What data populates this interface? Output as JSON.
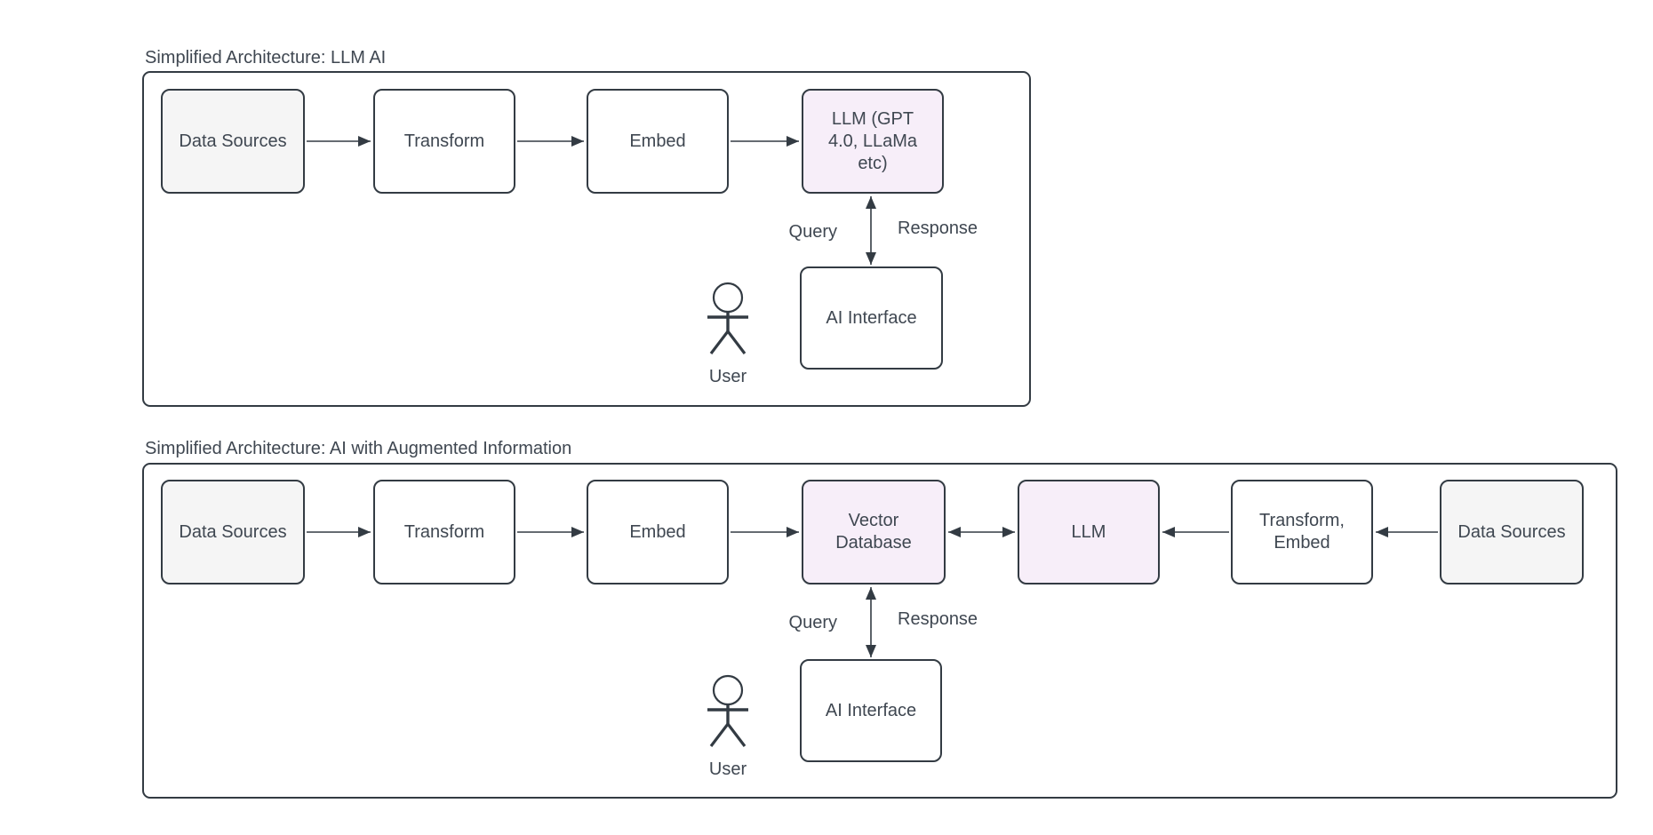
{
  "colors": {
    "stroke": "#333b43",
    "text": "#3f4751",
    "gray_fill": "#f5f5f5",
    "pink_fill": "#f7eef9",
    "white_fill": "#ffffff",
    "background": "#ffffff"
  },
  "diagram1": {
    "title": "Simplified Architecture: LLM AI",
    "nodes": {
      "data_sources": "Data Sources",
      "transform": "Transform",
      "embed": "Embed",
      "llm": "LLM (GPT\n4.0, LLaMa\netc)",
      "ai_interface": "AI Interface"
    },
    "edge_labels": {
      "query": "Query",
      "response": "Response"
    },
    "actor": {
      "user": "User"
    }
  },
  "diagram2": {
    "title": "Simplified Architecture: AI with Augmented Information",
    "nodes": {
      "data_sources_left": "Data Sources",
      "transform": "Transform",
      "embed": "Embed",
      "vector_database": "Vector\nDatabase",
      "llm": "LLM",
      "transform_embed": "Transform,\nEmbed",
      "data_sources_right": "Data Sources",
      "ai_interface": "AI Interface"
    },
    "edge_labels": {
      "query": "Query",
      "response": "Response"
    },
    "actor": {
      "user": "User"
    }
  }
}
